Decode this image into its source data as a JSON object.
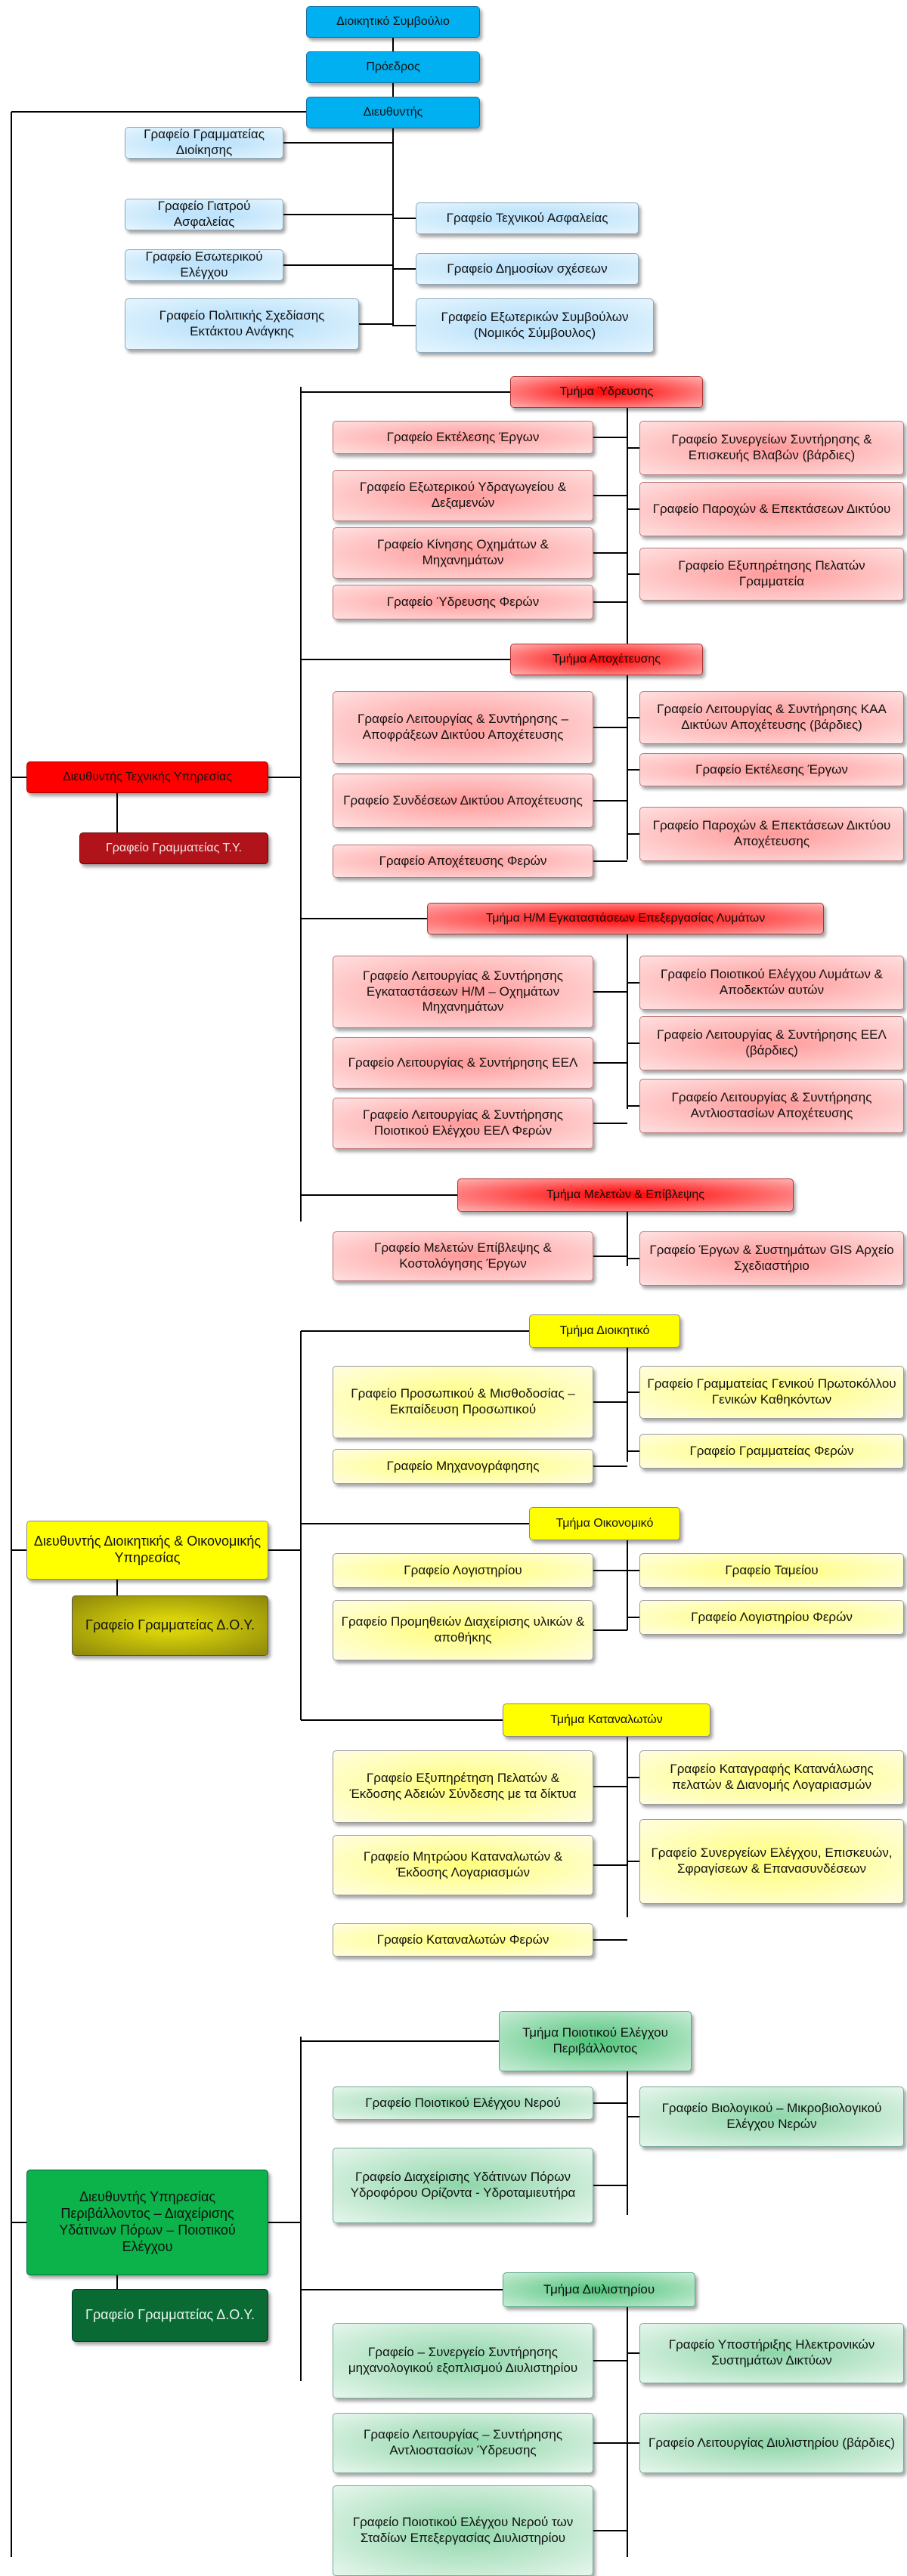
{
  "top": {
    "board": "Διοικητικό Συμβούλιο",
    "president": "Πρόεδρος",
    "director": "Διευθυντής"
  },
  "director_offices": {
    "left": [
      "Γραφείο Γραμματείας Διοίκησης",
      "Γραφείο Γιατρού Ασφαλείας",
      "Γραφείο Εσωτερικού Ελέγχου",
      "Γραφείο Πολιτικής Σχεδίασης Εκτάκτου Ανάγκης"
    ],
    "right": [
      "Γραφείο Τεχνικού Ασφαλείας",
      "Γραφείο Δημοσίων σχέσεων",
      "Γραφείο Εξωτερικών Συμβούλων (Νομικός Σύμβουλος)"
    ]
  },
  "technical": {
    "director": "Διευθυντής Τεχνικής Υπηρεσίας",
    "secretariat": "Γραφείο Γραμματείας Τ.Υ.",
    "departments": [
      {
        "name": "Τμήμα Ύδρευσης",
        "left": [
          "Γραφείο Εκτέλεσης Έργων",
          "Γραφείο Εξωτερικού Υδραγωγείου & Δεξαμενών",
          "Γραφείο Κίνησης Οχημάτων & Μηχανημάτων",
          "Γραφείο Ύδρευσης Φερών"
        ],
        "right": [
          "Γραφείο Συνεργείων Συντήρησης & Επισκευής Βλαβών (βάρδιες)",
          "Γραφείο Παροχών & Επεκτάσεων Δικτύου",
          "Γραφείο Εξυπηρέτησης Πελατών Γραμματεία"
        ]
      },
      {
        "name": "Τμήμα Αποχέτευσης",
        "left": [
          "Γραφείο Λειτουργίας & Συντήρησης – Αποφράξεων Δικτύου Αποχέτευσης",
          "Γραφείο Συνδέσεων Δικτύου Αποχέτευσης",
          "Γραφείο Αποχέτευσης Φερών"
        ],
        "right": [
          "Γραφείο Λειτουργίας & Συντήρησης ΚΑΑ Δικτύων Αποχέτευσης (βάρδιες)",
          "Γραφείο Εκτέλεσης Έργων",
          "Γραφείο Παροχών & Επεκτάσεων Δικτύου Αποχέτευσης"
        ]
      },
      {
        "name": "Τμήμα Η/Μ Εγκαταστάσεων Επεξεργασίας Λυμάτων",
        "left": [
          "Γραφείο Λειτουργίας & Συντήρησης Εγκαταστάσεων Η/Μ – Οχημάτων Μηχανημάτων",
          "Γραφείο Λειτουργίας & Συντήρησης ΕΕΛ",
          "Γραφείο Λειτουργίας & Συντήρησης Ποιοτικού Ελέγχου ΕΕΛ Φερών"
        ],
        "right": [
          "Γραφείο Ποιοτικού Ελέγχου Λυμάτων & Αποδεκτών αυτών",
          "Γραφείο Λειτουργίας & Συντήρησης ΕΕΛ (βάρδιες)",
          "Γραφείο Λειτουργίας & Συντήρησης Αντλιοστασίων Αποχέτευσης"
        ]
      },
      {
        "name": "Τμήμα Μελετών & Επίβλεψης",
        "left": [
          "Γραφείο Μελετών Επίβλεψης & Κοστολόγησης Έργων"
        ],
        "right": [
          "Γραφείο Έργων & Συστημάτων GIS Αρχείο Σχεδιαστήριο"
        ]
      }
    ]
  },
  "admin": {
    "director": "Διευθυντής Διοικητικής & Οικονομικής Υπηρεσίας",
    "secretariat": "Γραφείο Γραμματείας Δ.Ο.Υ.",
    "departments": [
      {
        "name": "Τμήμα Διοικητικό",
        "left": [
          "Γραφείο Προσωπικού & Μισθοδοσίας – Εκπαίδευση Προσωπικού",
          "Γραφείο Μηχανογράφησης"
        ],
        "right": [
          "Γραφείο Γραμματείας Γενικού Πρωτοκόλλου Γενικών Καθηκόντων",
          "Γραφείο Γραμματείας Φερών"
        ]
      },
      {
        "name": "Τμήμα Οικονομικό",
        "left": [
          "Γραφείο Λογιστηρίου",
          "Γραφείο Προμηθειών Διαχείρισης υλικών & αποθήκης"
        ],
        "right": [
          "Γραφείο Ταμείου",
          "Γραφείο Λογιστηρίου Φερών"
        ]
      },
      {
        "name": "Τμήμα Καταναλωτών",
        "left": [
          "Γραφείο Εξυπηρέτηση Πελατών & Έκδοσης Αδειών Σύνδεσης με τα δίκτυα",
          "Γραφείο Μητρώου Καταναλωτών & Έκδοσης Λογαριασμών",
          "Γραφείο Καταναλωτών Φερών"
        ],
        "right": [
          "Γραφείο Καταγραφής Κατανάλωσης πελατών & Διανομής Λογαριασμών",
          "Γραφείο Συνεργείων Ελέγχου, Επισκευών, Σφραγίσεων & Επανασυνδέσεων"
        ]
      }
    ]
  },
  "environment": {
    "director": "Διευθυντής Υπηρεσίας Περιβάλλοντος – Διαχείρισης Υδάτινων Πόρων – Ποιοτικού Ελέγχου",
    "secretariat": "Γραφείο Γραμματείας Δ.Ο.Υ.",
    "departments": [
      {
        "name": "Τμήμα Ποιοτικού Ελέγχου Περιβάλλοντος",
        "left": [
          "Γραφείο Ποιοτικού Ελέγχου Νερού",
          "Γραφείο Διαχείρισης Υδάτινων Πόρων Υδροφόρου Ορίζοντα - Υδροταμιευτήρα"
        ],
        "right": [
          "Γραφείο Βιολογικού – Μικροβιολογικού Ελέγχου Νερών"
        ]
      },
      {
        "name": "Τμήμα Διυλιστηρίου",
        "left": [
          "Γραφείο – Συνεργείο Συντήρησης μηχανολογικού εξοπλισμού Διυλιστηρίου",
          "Γραφείο Λειτουργίας – Συντήρησης Αντλιοστασίων Ύδρευσης",
          "Γραφείο Ποιοτικού Ελέγχου Νερού των Σταδίων Επεξεργασίας Διυλιστηρίου"
        ],
        "right": [
          "Γραφείο Υποστήριξης Ηλεκτρονικών Συστημάτων Δικτύων",
          "Γραφείο Λειτουργίας Διυλιστηρίου (βάρδιες)"
        ]
      }
    ]
  }
}
